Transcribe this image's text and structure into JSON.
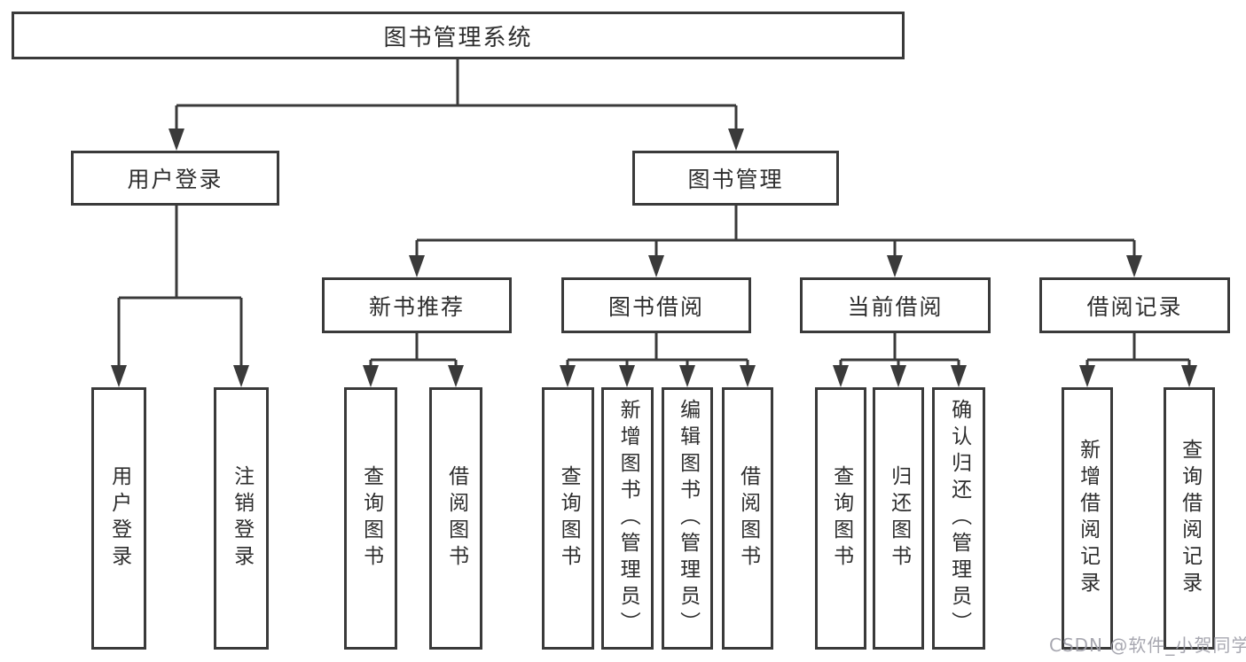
{
  "diagram": {
    "root": {
      "label": "图书管理系统"
    },
    "branches": [
      {
        "label": "用户登录",
        "children": [
          {
            "label": "用户登录"
          },
          {
            "label": "注销登录"
          }
        ]
      },
      {
        "label": "图书管理",
        "children": [
          {
            "label": "新书推荐",
            "children": [
              {
                "label": "查询图书"
              },
              {
                "label": "借阅图书"
              }
            ]
          },
          {
            "label": "图书借阅",
            "children": [
              {
                "label": "查询图书"
              },
              {
                "label": "新增图书（管理员）"
              },
              {
                "label": "编辑图书（管理员）"
              },
              {
                "label": "借阅图书"
              }
            ]
          },
          {
            "label": "当前借阅",
            "children": [
              {
                "label": "查询图书"
              },
              {
                "label": "归还图书"
              },
              {
                "label": "确认归还（管理员）"
              }
            ]
          },
          {
            "label": "借阅记录",
            "children": [
              {
                "label": "新增借阅记录"
              },
              {
                "label": "查询借阅记录"
              }
            ]
          }
        ]
      }
    ]
  },
  "watermark": {
    "text": "CSDN @软件_小贺同学",
    "color": "#9c9ca6"
  },
  "colors": {
    "line": "#3a3a3a",
    "box_border": "#3a3a3a",
    "box_fill": "#ffffff",
    "text": "#2e2e2e",
    "background": "#ffffff"
  }
}
